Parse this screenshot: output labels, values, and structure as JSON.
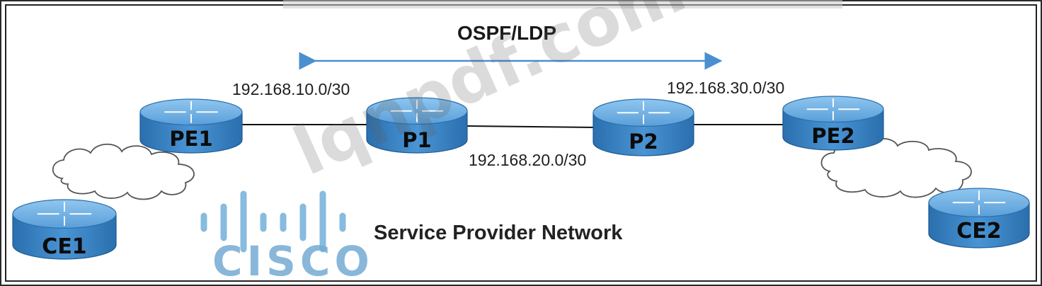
{
  "protocol_label": "OSPF/LDP",
  "network_title": "Service Provider Network",
  "watermark": "lqnpdf.com",
  "logo": {
    "text": "CISCO",
    "color": "#7bb4dc"
  },
  "colors": {
    "router_top": "#6fb3e6",
    "router_side": "#2f7fc0",
    "link": "#111111",
    "arrow": "#4a8fd0"
  },
  "routers": [
    {
      "id": "CE1",
      "label": "CE1"
    },
    {
      "id": "PE1",
      "label": "PE1"
    },
    {
      "id": "P1",
      "label": "P1"
    },
    {
      "id": "P2",
      "label": "P2"
    },
    {
      "id": "PE2",
      "label": "PE2"
    },
    {
      "id": "CE2",
      "label": "CE2"
    }
  ],
  "subnets": {
    "pe1_p1": "192.168.10.0/30",
    "p1_p2": "192.168.20.0/30",
    "p2_pe2": "192.168.30.0/30"
  }
}
